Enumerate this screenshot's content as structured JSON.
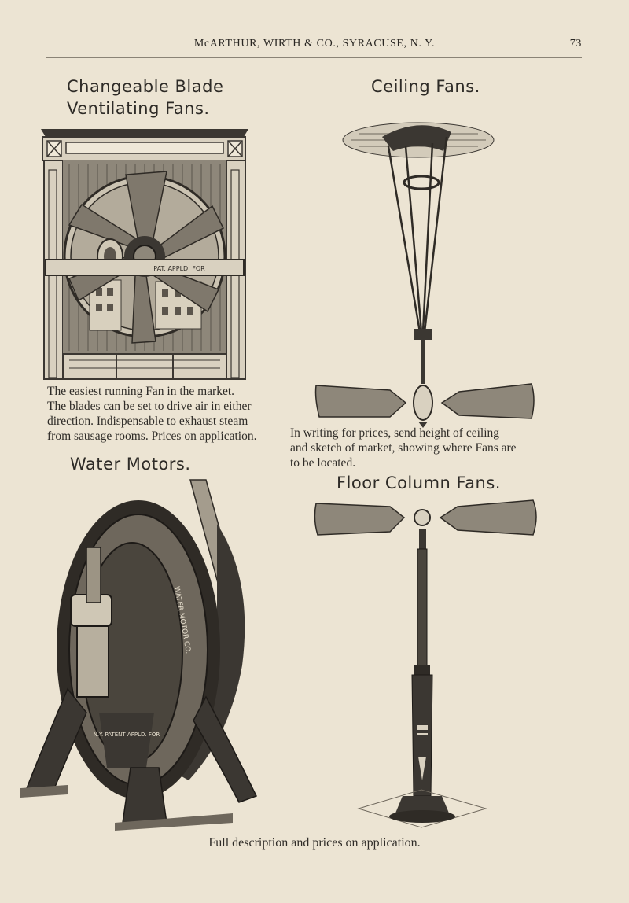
{
  "header": {
    "title": "McARTHUR, WIRTH & CO., SYRACUSE, N. Y.",
    "page_number": "73"
  },
  "left_column": {
    "blade_fans": {
      "heading_line1": "Changeable Blade",
      "heading_line2": "Ventilating Fans.",
      "plate_text": "PAT. APPLD. FOR",
      "description": [
        "The easiest running Fan in the market.",
        "The blades can be set to drive air in either",
        "direction.  Indispensable to exhaust steam",
        "from sausage rooms.  Prices on application."
      ]
    },
    "water_motors": {
      "heading": "Water Motors.",
      "rim_text": "WATER MOTOR CO.",
      "badge_text": "N.Y. PATENT APPLD. FOR"
    }
  },
  "right_column": {
    "ceiling_fans": {
      "heading": "Ceiling Fans.",
      "description": [
        "In writing for prices, send height of ceiling",
        "and sketch of market, showing where Fans are",
        "to be located."
      ]
    },
    "floor_fans": {
      "heading": "Floor Column Fans."
    }
  },
  "footer": {
    "text": "Full description and prices on application."
  }
}
